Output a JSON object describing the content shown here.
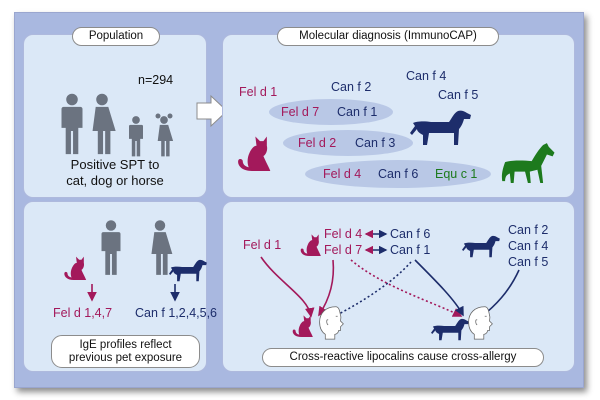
{
  "panels": {
    "population": {
      "title": "Population",
      "n": "n=294",
      "description_line1": "Positive SPT to",
      "description_line2": "cat, dog or horse"
    },
    "molecular": {
      "title": "Molecular diagnosis (ImmunoCAP)",
      "labels": {
        "fel_d_1": "Fel d 1",
        "can_f_2": "Can f 2",
        "can_f_4": "Can f 4",
        "can_f_5": "Can f 5",
        "fel_d_7": "Fel d 7",
        "can_f_1": "Can f 1",
        "fel_d_2": "Fel d 2",
        "can_f_3": "Can f 3",
        "fel_d_4": "Fel d 4",
        "can_f_6": "Can f 6",
        "equ_c_1": "Equ c 1"
      }
    },
    "ige": {
      "cat_profile": "Fel d 1,4,7",
      "dog_profile": "Can f 1,2,4,5,6",
      "caption_line1": "IgE profiles reflect",
      "caption_line2": "previous pet exposure"
    },
    "cross": {
      "caption": "Cross-reactive lipocalins cause cross-allergy",
      "labels": {
        "fel_d_1": "Fel d 1",
        "fel_d_4": "Fel d 4",
        "fel_d_7": "Fel d 7",
        "can_f_6": "Can f 6",
        "can_f_1": "Can f 1",
        "can_f_2": "Can f 2",
        "can_f_4": "Can f 4",
        "can_f_5": "Can f 5"
      }
    }
  },
  "colors": {
    "cat": "#a3195b",
    "dog": "#1d2d6b",
    "horse": "#1d7a1d",
    "human": "#6b7380",
    "background": "#a9b8e0",
    "panel": "#dbe8f7"
  },
  "icons": [
    "person-icon",
    "cat-icon",
    "dog-icon",
    "horse-icon",
    "head-profile-icon",
    "arrow-right-icon"
  ]
}
